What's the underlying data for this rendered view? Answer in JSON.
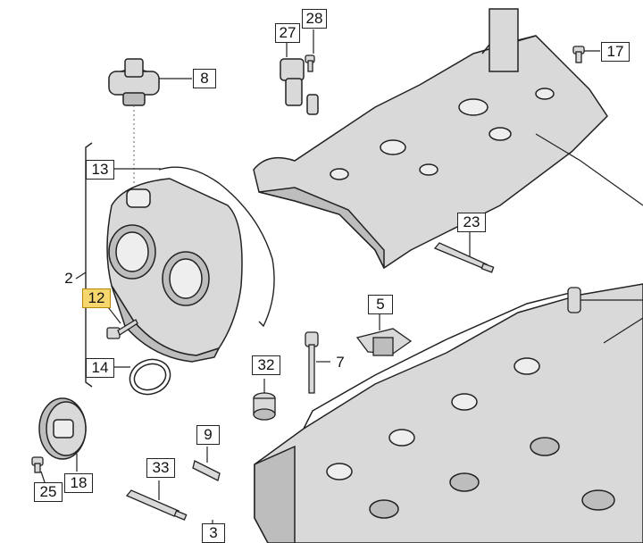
{
  "diagram": {
    "callouts": [
      {
        "id": "c27",
        "label": "27"
      },
      {
        "id": "c28",
        "label": "28"
      },
      {
        "id": "c8",
        "label": "8"
      },
      {
        "id": "c17",
        "label": "17"
      },
      {
        "id": "c13",
        "label": "13"
      },
      {
        "id": "c23",
        "label": "23"
      },
      {
        "id": "c2",
        "label": "2"
      },
      {
        "id": "c12",
        "label": "12",
        "highlight": true
      },
      {
        "id": "c5",
        "label": "5"
      },
      {
        "id": "c32",
        "label": "32"
      },
      {
        "id": "c7",
        "label": "7"
      },
      {
        "id": "c14",
        "label": "14"
      },
      {
        "id": "c9",
        "label": "9"
      },
      {
        "id": "c33",
        "label": "33"
      },
      {
        "id": "c25",
        "label": "25"
      },
      {
        "id": "c18",
        "label": "18"
      },
      {
        "id": "c3",
        "label": "3"
      }
    ],
    "colors": {
      "line": "#222222",
      "part_fill": "#d9d9d9",
      "part_shade": "#bdbdbd",
      "highlight": "#f5d76e"
    }
  }
}
